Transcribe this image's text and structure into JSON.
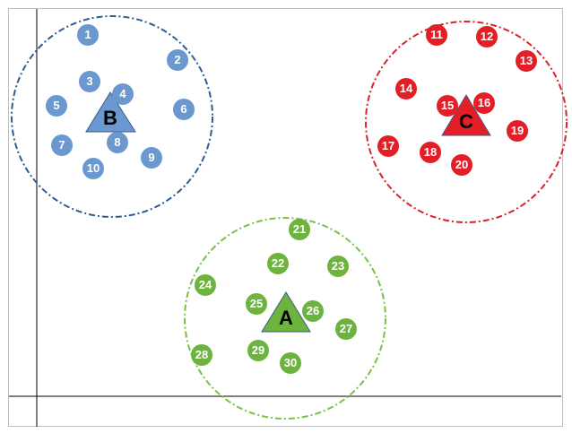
{
  "colors": {
    "blue_circle": "#2F5C94",
    "blue_point": "#6A98CF",
    "blue_triangle": "#6A98CF",
    "red_circle": "#D8232A",
    "red_point": "#E41E26",
    "red_triangle": "#E41E26",
    "green_circle": "#7AC143",
    "green_point": "#6DB33F",
    "green_triangle": "#6DB33F",
    "triangle_stroke": "#3C5A86",
    "axis": "#000000",
    "frame": "#BFBFBF"
  },
  "clusters": [
    {
      "id": "B",
      "label": "B",
      "color_key": "blue",
      "points": [
        "1",
        "2",
        "3",
        "4",
        "5",
        "6",
        "7",
        "8",
        "9",
        "10"
      ]
    },
    {
      "id": "C",
      "label": "C",
      "color_key": "red",
      "points": [
        "11",
        "12",
        "13",
        "14",
        "15",
        "16",
        "17",
        "18",
        "19",
        "20"
      ]
    },
    {
      "id": "A",
      "label": "A",
      "color_key": "green",
      "points": [
        "21",
        "22",
        "23",
        "24",
        "25",
        "26",
        "27",
        "28",
        "29",
        "30"
      ]
    }
  ]
}
